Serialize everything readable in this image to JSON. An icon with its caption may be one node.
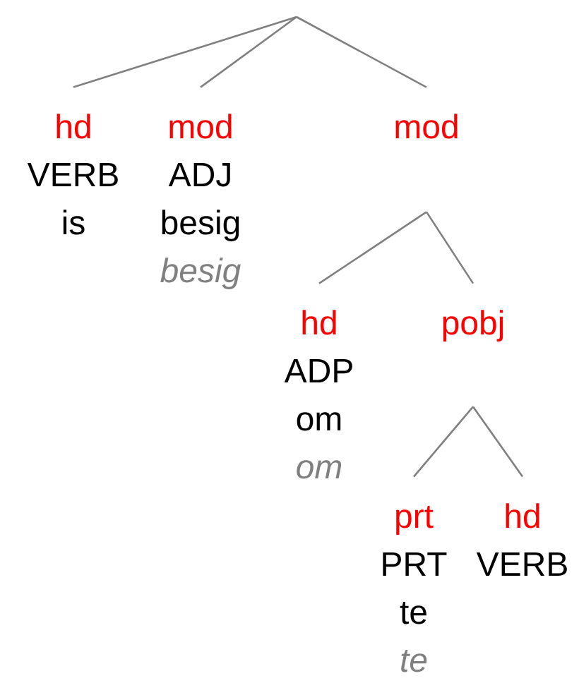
{
  "diagram": {
    "nodes": [
      {
        "text": [
          "hd",
          "VERB",
          "is"
        ]
      },
      {
        "text": [
          "mod",
          "ADJ",
          "besig",
          "besig"
        ]
      },
      {
        "text": [
          "mod"
        ]
      },
      {
        "text": [
          "hd",
          "ADP",
          "om",
          "om"
        ]
      },
      {
        "text": [
          "pobj"
        ]
      },
      {
        "text": [
          "prt",
          "PRT",
          "te",
          "te"
        ]
      },
      {
        "text": [
          "hd",
          "VERB"
        ]
      }
    ],
    "edges": [
      {
        "from": null,
        "to": 0,
        "arrow": "none"
      },
      {
        "from": null,
        "to": 1,
        "arrow": "none"
      },
      {
        "from": null,
        "to": 2,
        "arrow": "none"
      },
      {
        "from": 2,
        "to": 3,
        "arrow": "none"
      },
      {
        "from": 2,
        "to": 4,
        "arrow": "none"
      },
      {
        "from": 4,
        "to": 5,
        "arrow": "none"
      },
      {
        "from": 4,
        "to": 6,
        "arrow": "none"
      }
    ]
  }
}
